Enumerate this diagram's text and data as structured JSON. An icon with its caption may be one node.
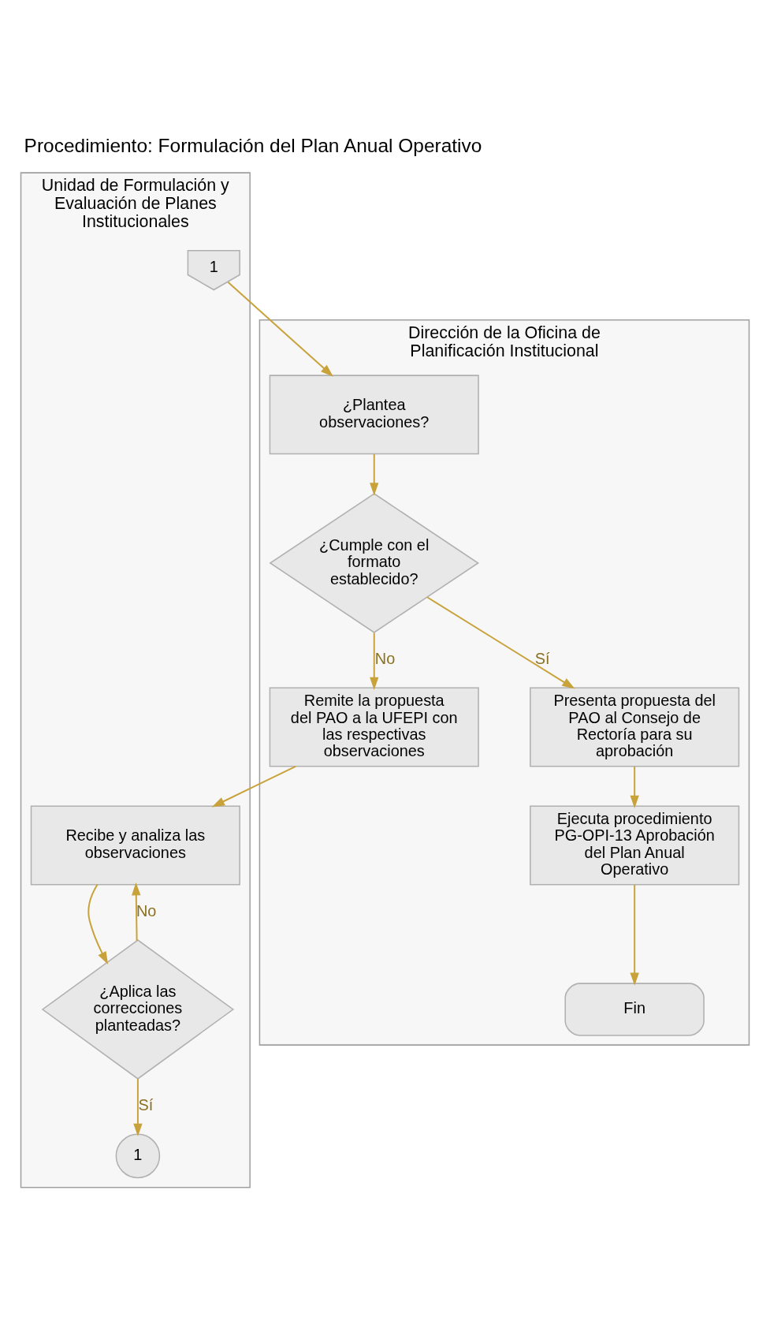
{
  "diagram": {
    "title": "Procedimiento: Formulación del Plan Anual Operativo",
    "nodes": [
      {
        "text": [
          "Unidad de Formulación y Evaluación de Planes Institucionales"
        ]
      },
      {
        "text": [
          "Dirección de la Oficina de Planificación Institucional"
        ]
      },
      {
        "text": [
          "1"
        ],
        "in": 0
      },
      {
        "text": [
          "¿Plantea observaciones?"
        ],
        "in": 1
      },
      {
        "text": [
          "¿Cumple con el formato establecido?"
        ],
        "in": 1
      },
      {
        "text": [
          "Remite la propuesta del PAO a la UFEPI con las respectivas observaciones"
        ],
        "in": 1
      },
      {
        "text": [
          "Recibe y analiza las observaciones"
        ],
        "in": 0
      },
      {
        "text": [
          "¿Aplica las correcciones planteadas?"
        ],
        "in": 0
      },
      {
        "text": [
          "1"
        ],
        "in": 0
      },
      {
        "text": [
          "Presenta propuesta del PAO al Consejo de Rectoría para su aprobación"
        ],
        "in": 1
      },
      {
        "text": [
          "Ejecuta procedimiento PG-OPI-13 Aprobación del Plan Anual Operativo"
        ],
        "in": 1
      },
      {
        "text": [
          "Fin"
        ],
        "in": 1
      }
    ],
    "edges": [
      {
        "from": 2,
        "to": 3,
        "arrow": "to"
      },
      {
        "from": 3,
        "to": 4,
        "arrow": "to"
      },
      {
        "from": 4,
        "to": 5,
        "arrow": "to",
        "label": "No"
      },
      {
        "from": 5,
        "to": 6,
        "arrow": "to"
      },
      {
        "from": 6,
        "to": 7,
        "arrow": "to"
      },
      {
        "from": 7,
        "to": 6,
        "arrow": "to",
        "label": "No"
      },
      {
        "from": 7,
        "to": 8,
        "arrow": "to",
        "label": "Sí"
      },
      {
        "from": 4,
        "to": 9,
        "arrow": "to",
        "label": "Sí"
      },
      {
        "from": 9,
        "to": 10,
        "arrow": "to"
      },
      {
        "from": 10,
        "to": 11,
        "arrow": "to"
      }
    ]
  }
}
